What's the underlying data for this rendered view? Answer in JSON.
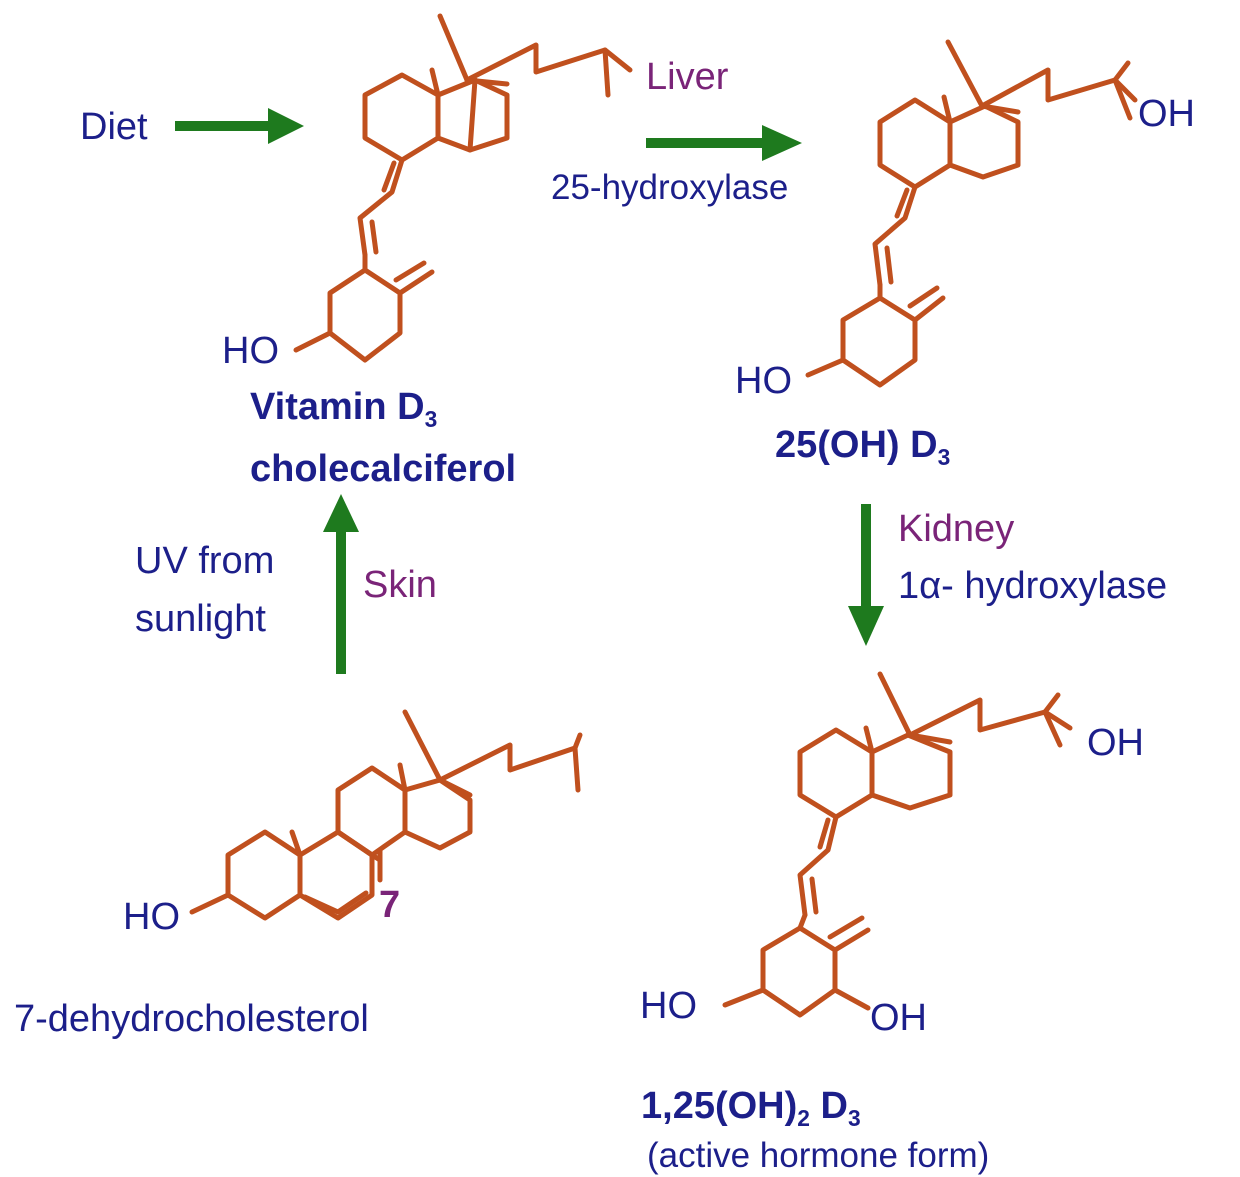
{
  "labels": {
    "diet": "Diet",
    "liver": "Liver",
    "hydroxylase_25": "25-hydroxylase",
    "vitd3_name": "Vitamin D",
    "vitd3_sub": "3",
    "vitd3_common": "cholecalciferol",
    "oh_d3_name": "25(OH) D",
    "oh_d3_sub": "3",
    "kidney": "Kidney",
    "hydroxylase_1a": "1α- hydroxylase",
    "uv_line1": "UV from",
    "uv_line2": "sunlight",
    "skin": "Skin",
    "number7": "7",
    "dehydro_name": "7-dehydrocholesterol",
    "active_name_a": "1,25(OH)",
    "active_sub_a": "2",
    "active_name_b": " D",
    "active_sub_b": "3",
    "active_desc": "(active hormone form)"
  },
  "atoms": {
    "ho_vitd3": "HO",
    "oh_25_top": "OH",
    "ho_25": "HO",
    "oh_active_side": "OH",
    "ho_active": "HO",
    "oh_active_ring": "OH",
    "ho_dehydro": "HO"
  },
  "colors": {
    "bond": "#c0501e",
    "arrow": "#1e7a1e",
    "text_blue": "#1c1f8a",
    "text_purple": "#7a2478"
  }
}
